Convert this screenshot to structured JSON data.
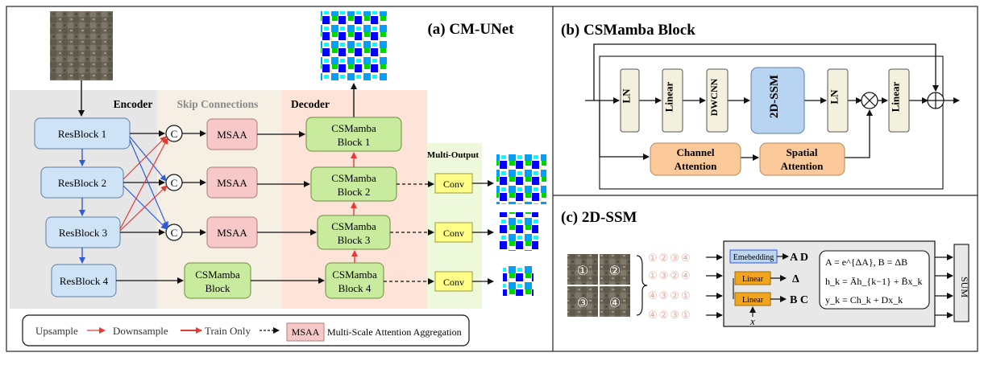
{
  "panel_a": {
    "title": "(a) CM-UNet",
    "encoder_label": "Encoder",
    "skip_label": "Skip Connections",
    "decoder_label": "Decoder",
    "multi_output_label": "Multi-Output",
    "resblocks": [
      "ResBlock 1",
      "ResBlock 2",
      "ResBlock 3",
      "ResBlock 4"
    ],
    "concat_symbol": "C",
    "msaa": "MSAA",
    "csm_block_line1": "CSMamba",
    "csm_block_line2": "Block",
    "decoder_blocks": [
      [
        "CSMamba",
        "Block 1"
      ],
      [
        "CSMamba",
        "Block 2"
      ],
      [
        "CSMamba",
        "Block 3"
      ],
      [
        "CSMamba",
        "Block 4"
      ]
    ],
    "conv": "Conv",
    "legend": {
      "upsample": "Upsample",
      "downsample": "Downsample",
      "train_only": "Train Only",
      "msaa_box": "MSAA",
      "msaa_desc": "Multi-Scale Attention Aggregation"
    },
    "colors": {
      "encoder_bg": "#e6e6e6",
      "skip_bg": "#f5efe4",
      "decoder_bg": "#fde3d8",
      "multi_bg": "#eef9dc",
      "resblock_fill": "#cfe3f7",
      "msaa_fill": "#f7c8c8",
      "csm_fill": "#c8eb9e",
      "conv_fill": "#ffff88",
      "upsample_arrow": "#e53935",
      "downsample_arrow": "#2e5bd8"
    }
  },
  "panel_b": {
    "title": "(b) CSMamba Block",
    "ln": "LN",
    "linear": "Linear",
    "dwcnn": "DWCNN",
    "ssm2d": "2D-SSM",
    "channel_attention": [
      "Channel",
      "Attention"
    ],
    "spatial_attention": [
      "Spatial",
      "Attention"
    ],
    "multiply": "⊗",
    "add": "⊕"
  },
  "panel_c": {
    "title": "(c) 2D-SSM",
    "quadrants": [
      "①",
      "②",
      "③",
      "④"
    ],
    "scan_orders": [
      "①②③④",
      "①③②④",
      "④③②①",
      "④②③①"
    ],
    "embedding": "Emebedding",
    "linear": "Linear",
    "out_ad": "A D",
    "out_delta": "Δ",
    "out_bc": "B C",
    "input_x": "x",
    "eq1": "A = e^{ΔA}, B = ΔB",
    "eq2": "h_k = Āh_{k−1} + B̄x_k",
    "eq3": "y_k = Ch_k + Dx_k",
    "sum": "SUM"
  }
}
